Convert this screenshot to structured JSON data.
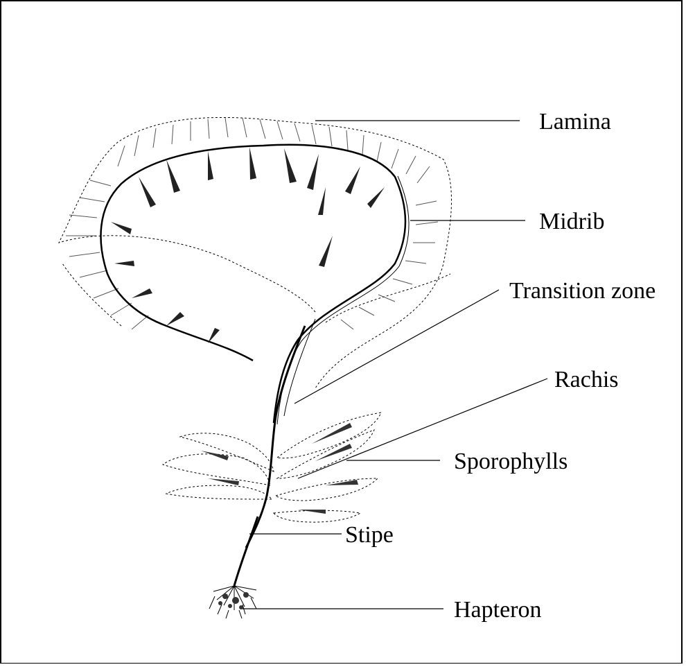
{
  "labels": {
    "lamina": "Lamina",
    "midrib": "Midrib",
    "transition_zone": "Transition zone",
    "rachis": "Rachis",
    "sporophylls": "Sporophylls",
    "stipe": "Stipe",
    "hapteron": "Hapteron"
  },
  "colors": {
    "ink": "#000000",
    "shade": "#444444",
    "paper": "#ffffff"
  }
}
